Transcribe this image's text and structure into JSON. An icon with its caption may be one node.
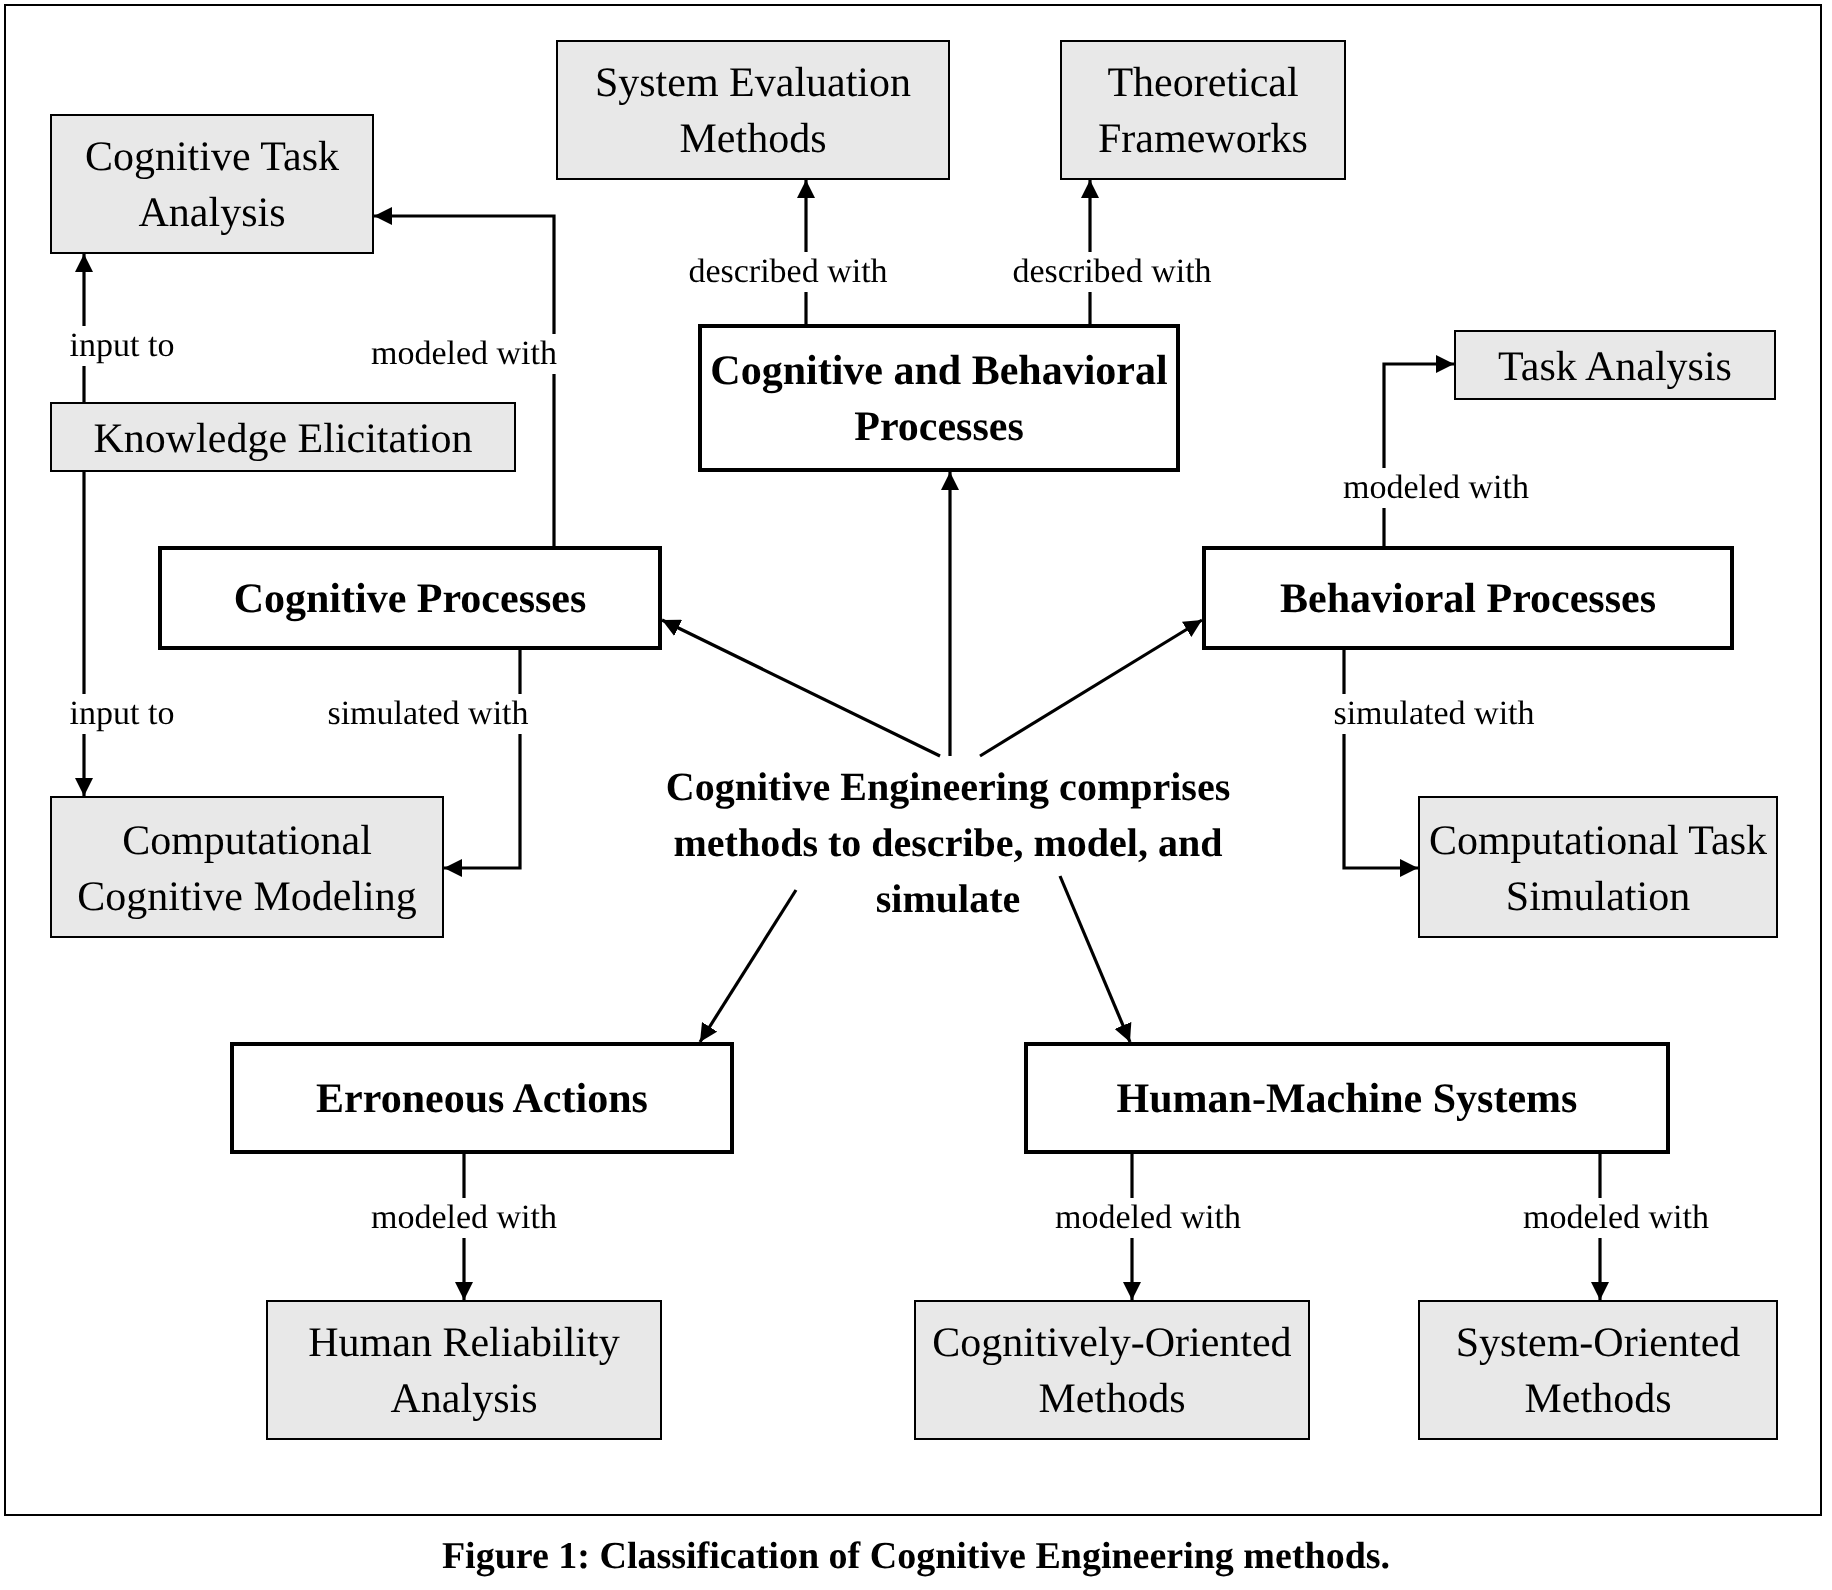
{
  "diagram": {
    "caption": "Figure 1: Classification of Cognitive Engineering methods.",
    "nodes": [
      {
        "text": [
          "Cognitive Task Analysis"
        ]
      },
      {
        "text": [
          "System Evaluation Methods"
        ]
      },
      {
        "text": [
          "Theoretical Frameworks"
        ]
      },
      {
        "text": [
          "Cognitive and Behavioral Processes"
        ]
      },
      {
        "text": [
          "Task Analysis"
        ]
      },
      {
        "text": [
          "Knowledge Elicitation"
        ]
      },
      {
        "text": [
          "Cognitive Processes"
        ]
      },
      {
        "text": [
          "Behavioral Processes"
        ]
      },
      {
        "text": [
          "Cognitive Engineering comprises methods to describe, model, and simulate"
        ]
      },
      {
        "text": [
          "Computational Cognitive Modeling"
        ]
      },
      {
        "text": [
          "Computational Task Simulation"
        ]
      },
      {
        "text": [
          "Erroneous Actions"
        ]
      },
      {
        "text": [
          "Human-Machine Systems"
        ]
      },
      {
        "text": [
          "Human Reliability Analysis"
        ]
      },
      {
        "text": [
          "Cognitively-Oriented Methods"
        ]
      },
      {
        "text": [
          "System-Oriented Methods"
        ]
      }
    ],
    "edges": [
      {
        "from": 3,
        "to": 1,
        "arrow": "to",
        "label": "described with"
      },
      {
        "from": 3,
        "to": 2,
        "arrow": "to",
        "label": "described with"
      },
      {
        "from": 8,
        "to": 3,
        "arrow": "to"
      },
      {
        "from": 8,
        "to": 6,
        "arrow": "to"
      },
      {
        "from": 8,
        "to": 7,
        "arrow": "to"
      },
      {
        "from": 8,
        "to": 11,
        "arrow": "to"
      },
      {
        "from": 8,
        "to": 12,
        "arrow": "to"
      },
      {
        "from": 6,
        "to": 0,
        "arrow": "to",
        "label": "modeled with"
      },
      {
        "from": 5,
        "to": 0,
        "arrow": "to",
        "label": "input to"
      },
      {
        "from": 5,
        "to": 9,
        "arrow": "to",
        "label": "input to"
      },
      {
        "from": 6,
        "to": 9,
        "arrow": "to",
        "label": "simulated with"
      },
      {
        "from": 7,
        "to": 4,
        "arrow": "to",
        "label": "modeled with"
      },
      {
        "from": 7,
        "to": 10,
        "arrow": "to",
        "label": "simulated with"
      },
      {
        "from": 11,
        "to": 13,
        "arrow": "to",
        "label": "modeled with"
      },
      {
        "from": 12,
        "to": 14,
        "arrow": "to",
        "label": "modeled with"
      },
      {
        "from": 12,
        "to": 15,
        "arrow": "to",
        "label": "modeled with"
      }
    ]
  }
}
